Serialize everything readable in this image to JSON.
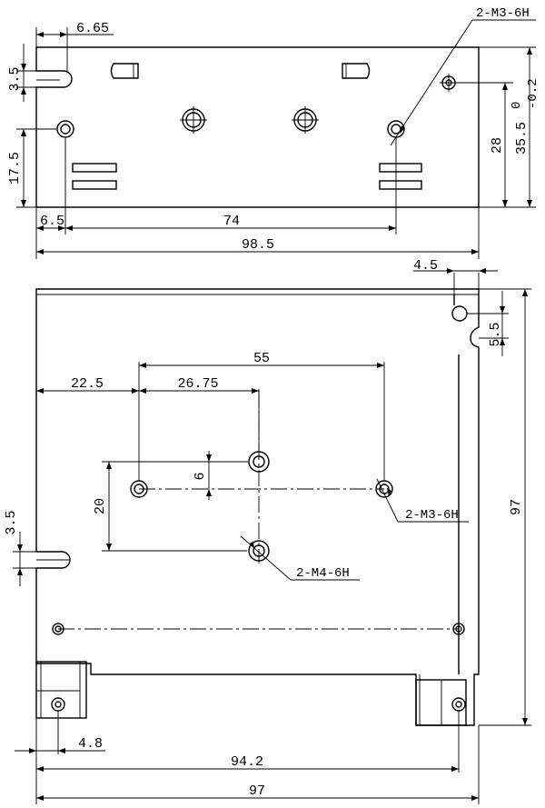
{
  "top_view": {
    "dims": {
      "d_3_5": "3.5",
      "d_6_65": "6.65",
      "d_17_5": "17.5",
      "d_6_5": "6.5",
      "d_74": "74",
      "d_98_5": "98.5",
      "d_28": "28",
      "d_35_5": "35.5",
      "tol_upper": "0",
      "tol_lower": "-0.2"
    },
    "callout": "2-M3-6H"
  },
  "bottom_view": {
    "dims": {
      "d_4_5": "4.5",
      "d_5_5": "5.5",
      "d_55": "55",
      "d_22_5": "22.5",
      "d_26_75": "26.75",
      "d_6": "6",
      "d_20": "20",
      "d_3_5": "3.5",
      "d_97_right": "97",
      "d_4_8": "4.8",
      "d_94_2": "94.2",
      "d_97_bottom": "97"
    },
    "callout_m3": "2-M3-6H",
    "callout_m4": "2-M4-6H"
  }
}
